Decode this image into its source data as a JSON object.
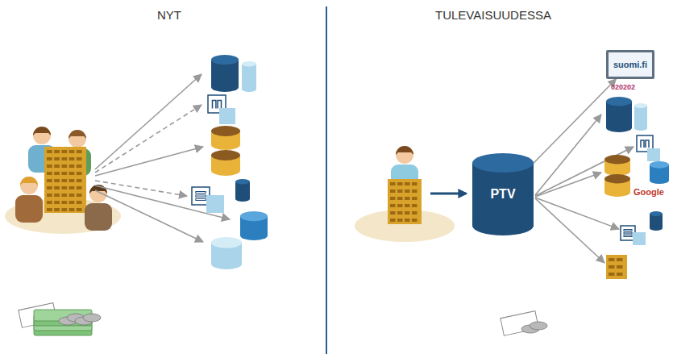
{
  "diagram": {
    "nodes": [
      {
        "text": [
          "PTV"
        ]
      },
      {
        "text": [
          "suomi.fi"
        ]
      }
    ],
    "edges": [
      {
        "from": 0,
        "to": 1,
        "arrow": "to"
      }
    ],
    "labels": [
      "NYT",
      "TULEVAISUUDESSA",
      "020202",
      "Google"
    ]
  }
}
